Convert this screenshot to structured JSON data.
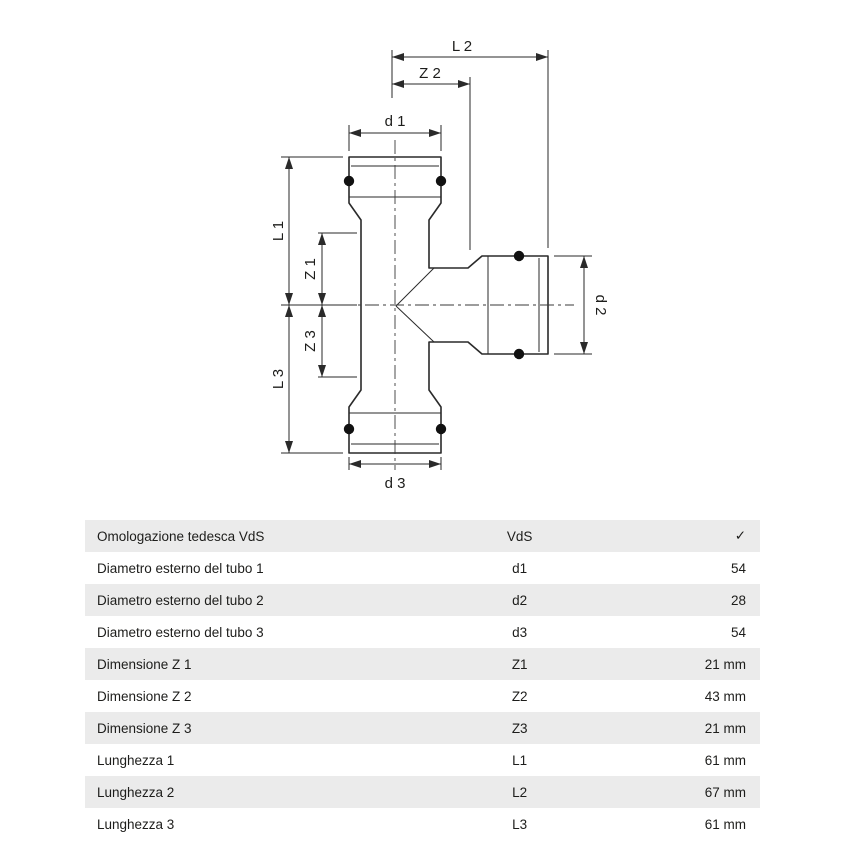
{
  "drawing": {
    "labels": {
      "L2": "L 2",
      "Z2": "Z 2",
      "d1": "d 1",
      "L1": "L 1",
      "Z1": "Z 1",
      "Z3": "Z 3",
      "L3": "L 3",
      "d3": "d 3",
      "d2": "d 2"
    }
  },
  "table": {
    "rows": [
      {
        "description": "Omologazione tedesca VdS",
        "code": "VdS",
        "value": "✓"
      },
      {
        "description": "Diametro esterno del tubo 1",
        "code": "d1",
        "value": "54"
      },
      {
        "description": "Diametro esterno del tubo 2",
        "code": "d2",
        "value": "28"
      },
      {
        "description": "Diametro esterno del tubo 3",
        "code": "d3",
        "value": "54"
      },
      {
        "description": "Dimensione Z 1",
        "code": "Z1",
        "value": "21 mm"
      },
      {
        "description": "Dimensione Z 2",
        "code": "Z2",
        "value": "43 mm"
      },
      {
        "description": "Dimensione Z 3",
        "code": "Z3",
        "value": "21 mm"
      },
      {
        "description": "Lunghezza 1",
        "code": "L1",
        "value": "61 mm"
      },
      {
        "description": "Lunghezza 2",
        "code": "L2",
        "value": "67 mm"
      },
      {
        "description": "Lunghezza 3",
        "code": "L3",
        "value": "61 mm"
      }
    ]
  }
}
